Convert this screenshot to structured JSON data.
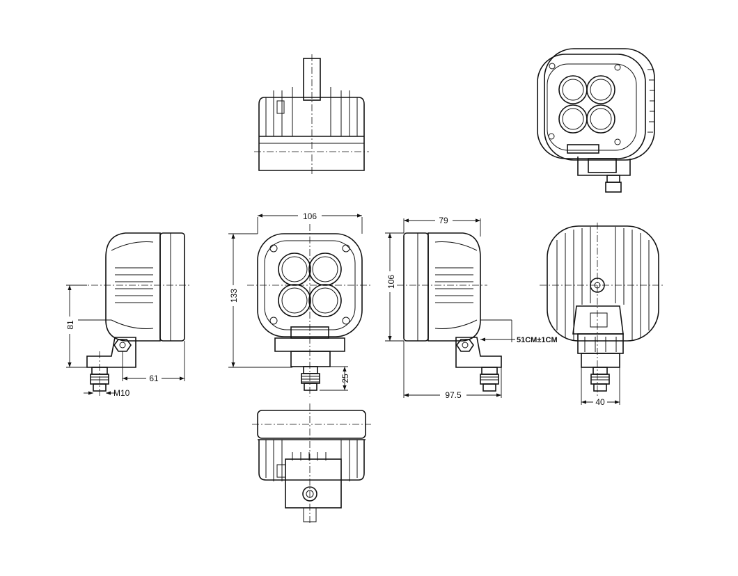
{
  "title": "LED work light dimension drawing",
  "dimensions": {
    "front_width": "106",
    "front_height": "133",
    "side_depth": "79",
    "side_height": "106",
    "bracket_height": "81",
    "bracket_depth": "61",
    "thread": "M10",
    "connector_length": "25",
    "overall_depth": "97.5",
    "cable_length": "51CM±1CM",
    "rear_bracket_width": "40"
  }
}
